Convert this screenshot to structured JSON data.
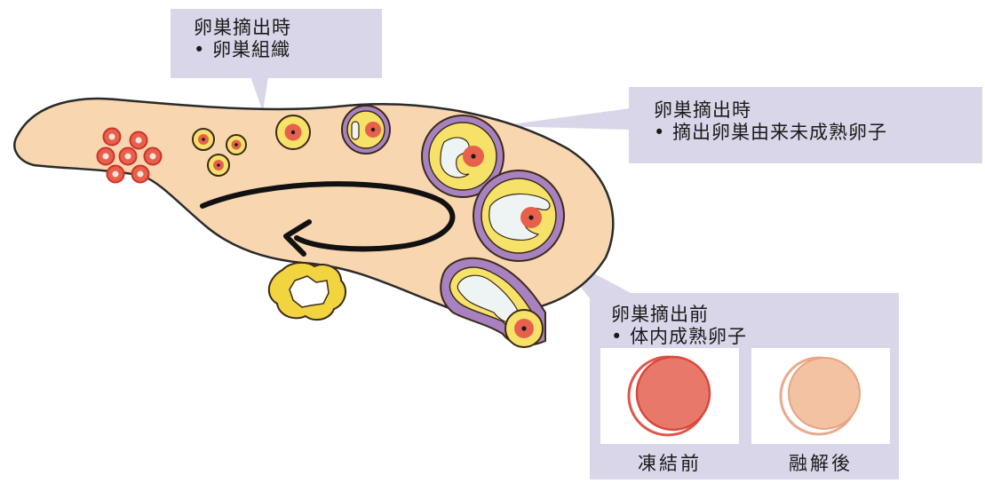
{
  "callouts": {
    "ovarian_tissue": {
      "title": "卵巣摘出時",
      "item": "卵巣組織"
    },
    "immature_oocytes": {
      "title": "卵巣摘出時",
      "item": "摘出卵巣由来未成熟卵子"
    },
    "mature_oocytes": {
      "title": "卵巣摘出前",
      "item": "体内成熟卵子",
      "before_label": "凍結前",
      "after_label": "融解後"
    }
  },
  "colors": {
    "ovary_fill": "#f7d6b0",
    "follicle_red": "#e8604c",
    "follicle_yellow": "#f6e268",
    "follicle_purple": "#a882c0",
    "callout_fill": "#d8d6e8",
    "egg_before": "#e8796a",
    "egg_after": "#f2c2a2"
  }
}
